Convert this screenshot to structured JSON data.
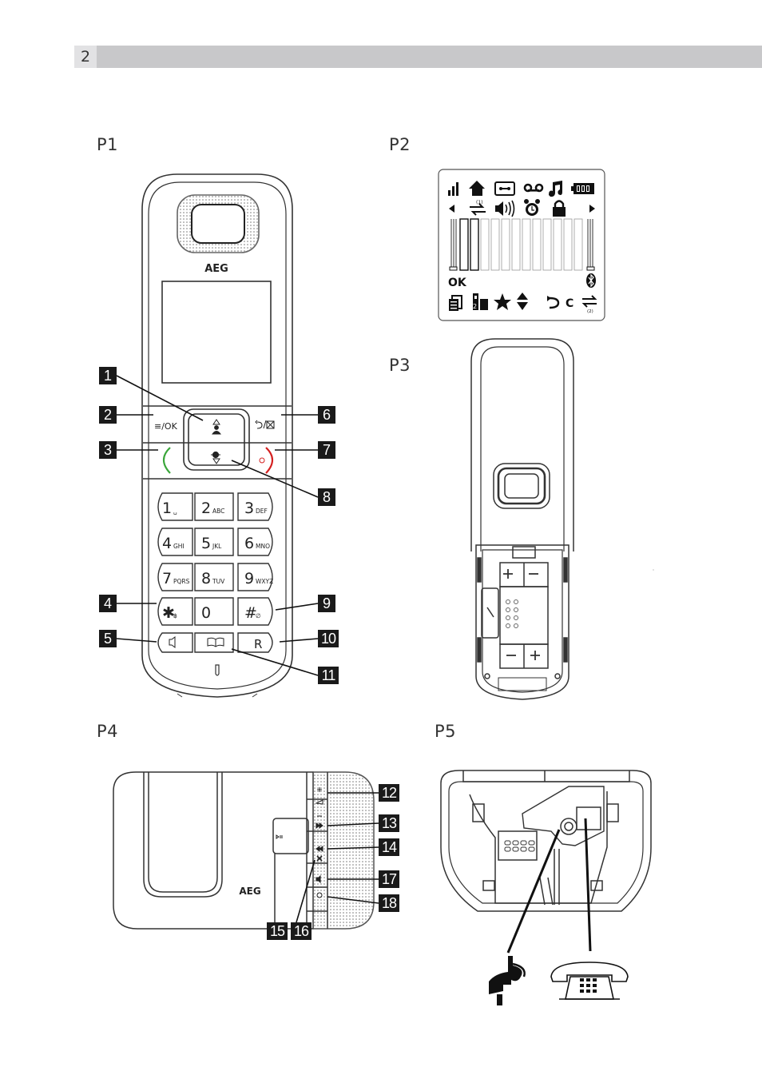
{
  "page_number": "2",
  "panels": {
    "p1": "P1",
    "p2": "P2",
    "p3": "P3",
    "p4": "P4",
    "p5": "P5"
  },
  "brand": "AEG",
  "keypad": {
    "menu_ok": "≡/OK",
    "keys": [
      {
        "digit": "1",
        "letters": "␣"
      },
      {
        "digit": "2",
        "letters": "ABC"
      },
      {
        "digit": "3",
        "letters": "DEF"
      },
      {
        "digit": "4",
        "letters": "GHI"
      },
      {
        "digit": "5",
        "letters": "JKL"
      },
      {
        "digit": "6",
        "letters": "MNO"
      },
      {
        "digit": "7",
        "letters": "PQRS"
      },
      {
        "digit": "8",
        "letters": "TUV"
      },
      {
        "digit": "9",
        "letters": "WXYZ"
      },
      {
        "digit": "✱",
        "letters": "฿"
      },
      {
        "digit": "0",
        "letters": ""
      },
      {
        "digit": "#",
        "letters": "∅"
      }
    ],
    "recall": "R"
  },
  "lcd": {
    "ok_text": "OK",
    "c_text": "C",
    "sup1": "(1)",
    "sup2": "(2)"
  },
  "callouts": [
    "1",
    "2",
    "3",
    "4",
    "5",
    "6",
    "7",
    "8",
    "9",
    "10",
    "11",
    "12",
    "13",
    "14",
    "15",
    "16",
    "17",
    "18"
  ]
}
